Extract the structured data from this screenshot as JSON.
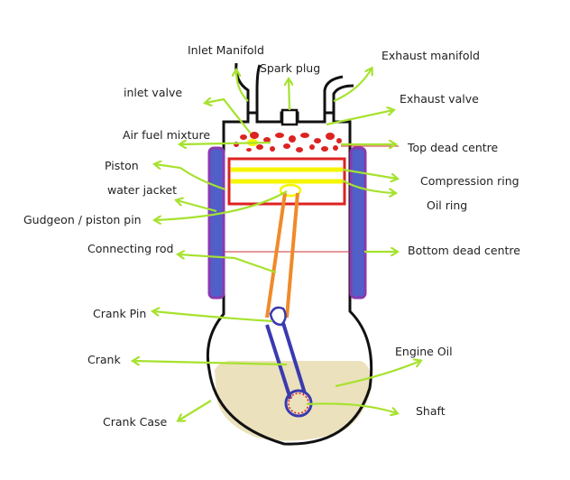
{
  "labels": {
    "inlet_manifold": "Inlet Manifold",
    "spark_plug": "Spark plug",
    "exhaust_manifold": "Exhaust manifold",
    "inlet_valve": "inlet valve",
    "exhaust_valve": "Exhaust valve",
    "air_fuel_mixture": "Air fuel mixture",
    "top_dead_centre": "Top dead centre",
    "piston": "Piston",
    "compression_ring": "Compression ring",
    "water_jacket": "water jacket",
    "oil_ring": "Oil ring",
    "gudgeon_pin": "Gudgeon / piston pin",
    "connecting_rod": "Connecting rod",
    "bottom_dead_centre": "Bottom dead centre",
    "crank_pin": "Crank Pin",
    "crank": "Crank",
    "engine_oil": "Engine Oil",
    "shaft": "Shaft",
    "crank_case": "Crank Case"
  },
  "colors": {
    "outline": "#111111",
    "arrow": "#a6e22e",
    "piston_frame": "#dd2222",
    "ring": "#f5f500",
    "connecting_rod": "#f08a2a",
    "crank": "#3a3ab0",
    "water_jacket_outer": "#8a3ab0",
    "water_jacket_fill": "#5060c8",
    "mixture": "#dd2222",
    "engine_oil": "#e8dcb0",
    "dead_centre_line": "#cc3333"
  }
}
